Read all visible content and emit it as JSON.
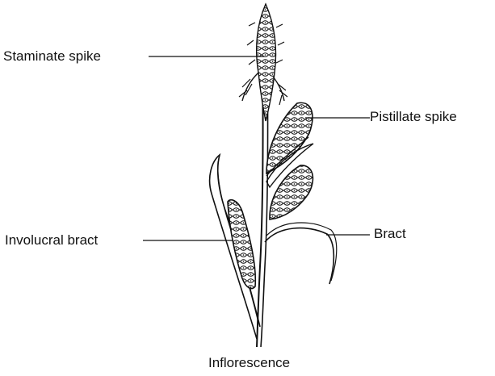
{
  "diagram": {
    "labels": {
      "staminate_spike": "Staminate spike",
      "pistillate_spike": "Pistillate spike",
      "involucral_bract": "Involucral bract",
      "bract": "Bract"
    },
    "caption": "Inflorescence"
  },
  "colors": {
    "ink": "#111111",
    "background": "#ffffff"
  }
}
